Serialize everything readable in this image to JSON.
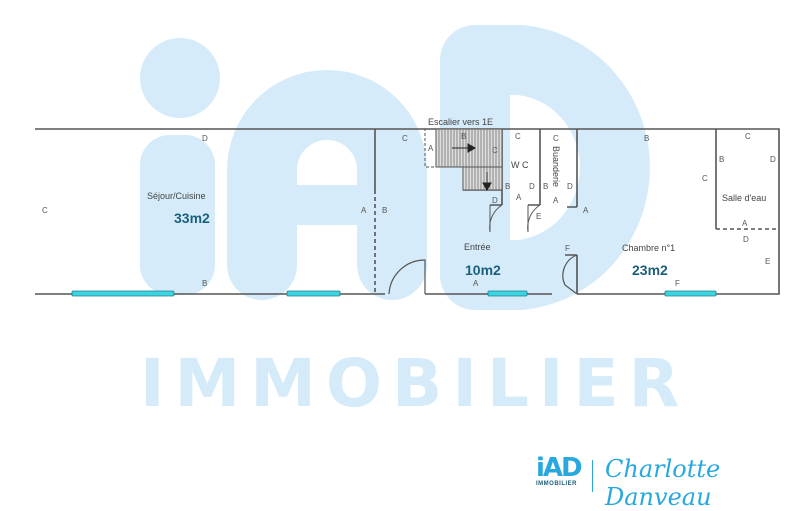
{
  "watermark": {
    "logo": "iAD",
    "text": "IMMOBILIER"
  },
  "colors": {
    "wall": "#555555",
    "window": "#3ed3e0",
    "watermark": "#d5ebf9",
    "brand": "#29a8e0",
    "area": "#1b5f7c"
  },
  "rooms": {
    "sejour": {
      "name": "Séjour/Cuisine",
      "area": "33m2"
    },
    "entree": {
      "name": "Entrée",
      "area": "10m2"
    },
    "chambre": {
      "name": "Chambre n°1",
      "area": "23m2"
    },
    "wc": {
      "name": "W C"
    },
    "buanderie": {
      "name": "Buanderie"
    },
    "salle_eau": {
      "name": "Salle d'eau"
    },
    "escalier": {
      "name": "Escalier vers 1E"
    }
  },
  "footer": {
    "logo": "iAD",
    "logo_sub": "IMMOBILIER",
    "agent": "Charlotte Danveau"
  }
}
